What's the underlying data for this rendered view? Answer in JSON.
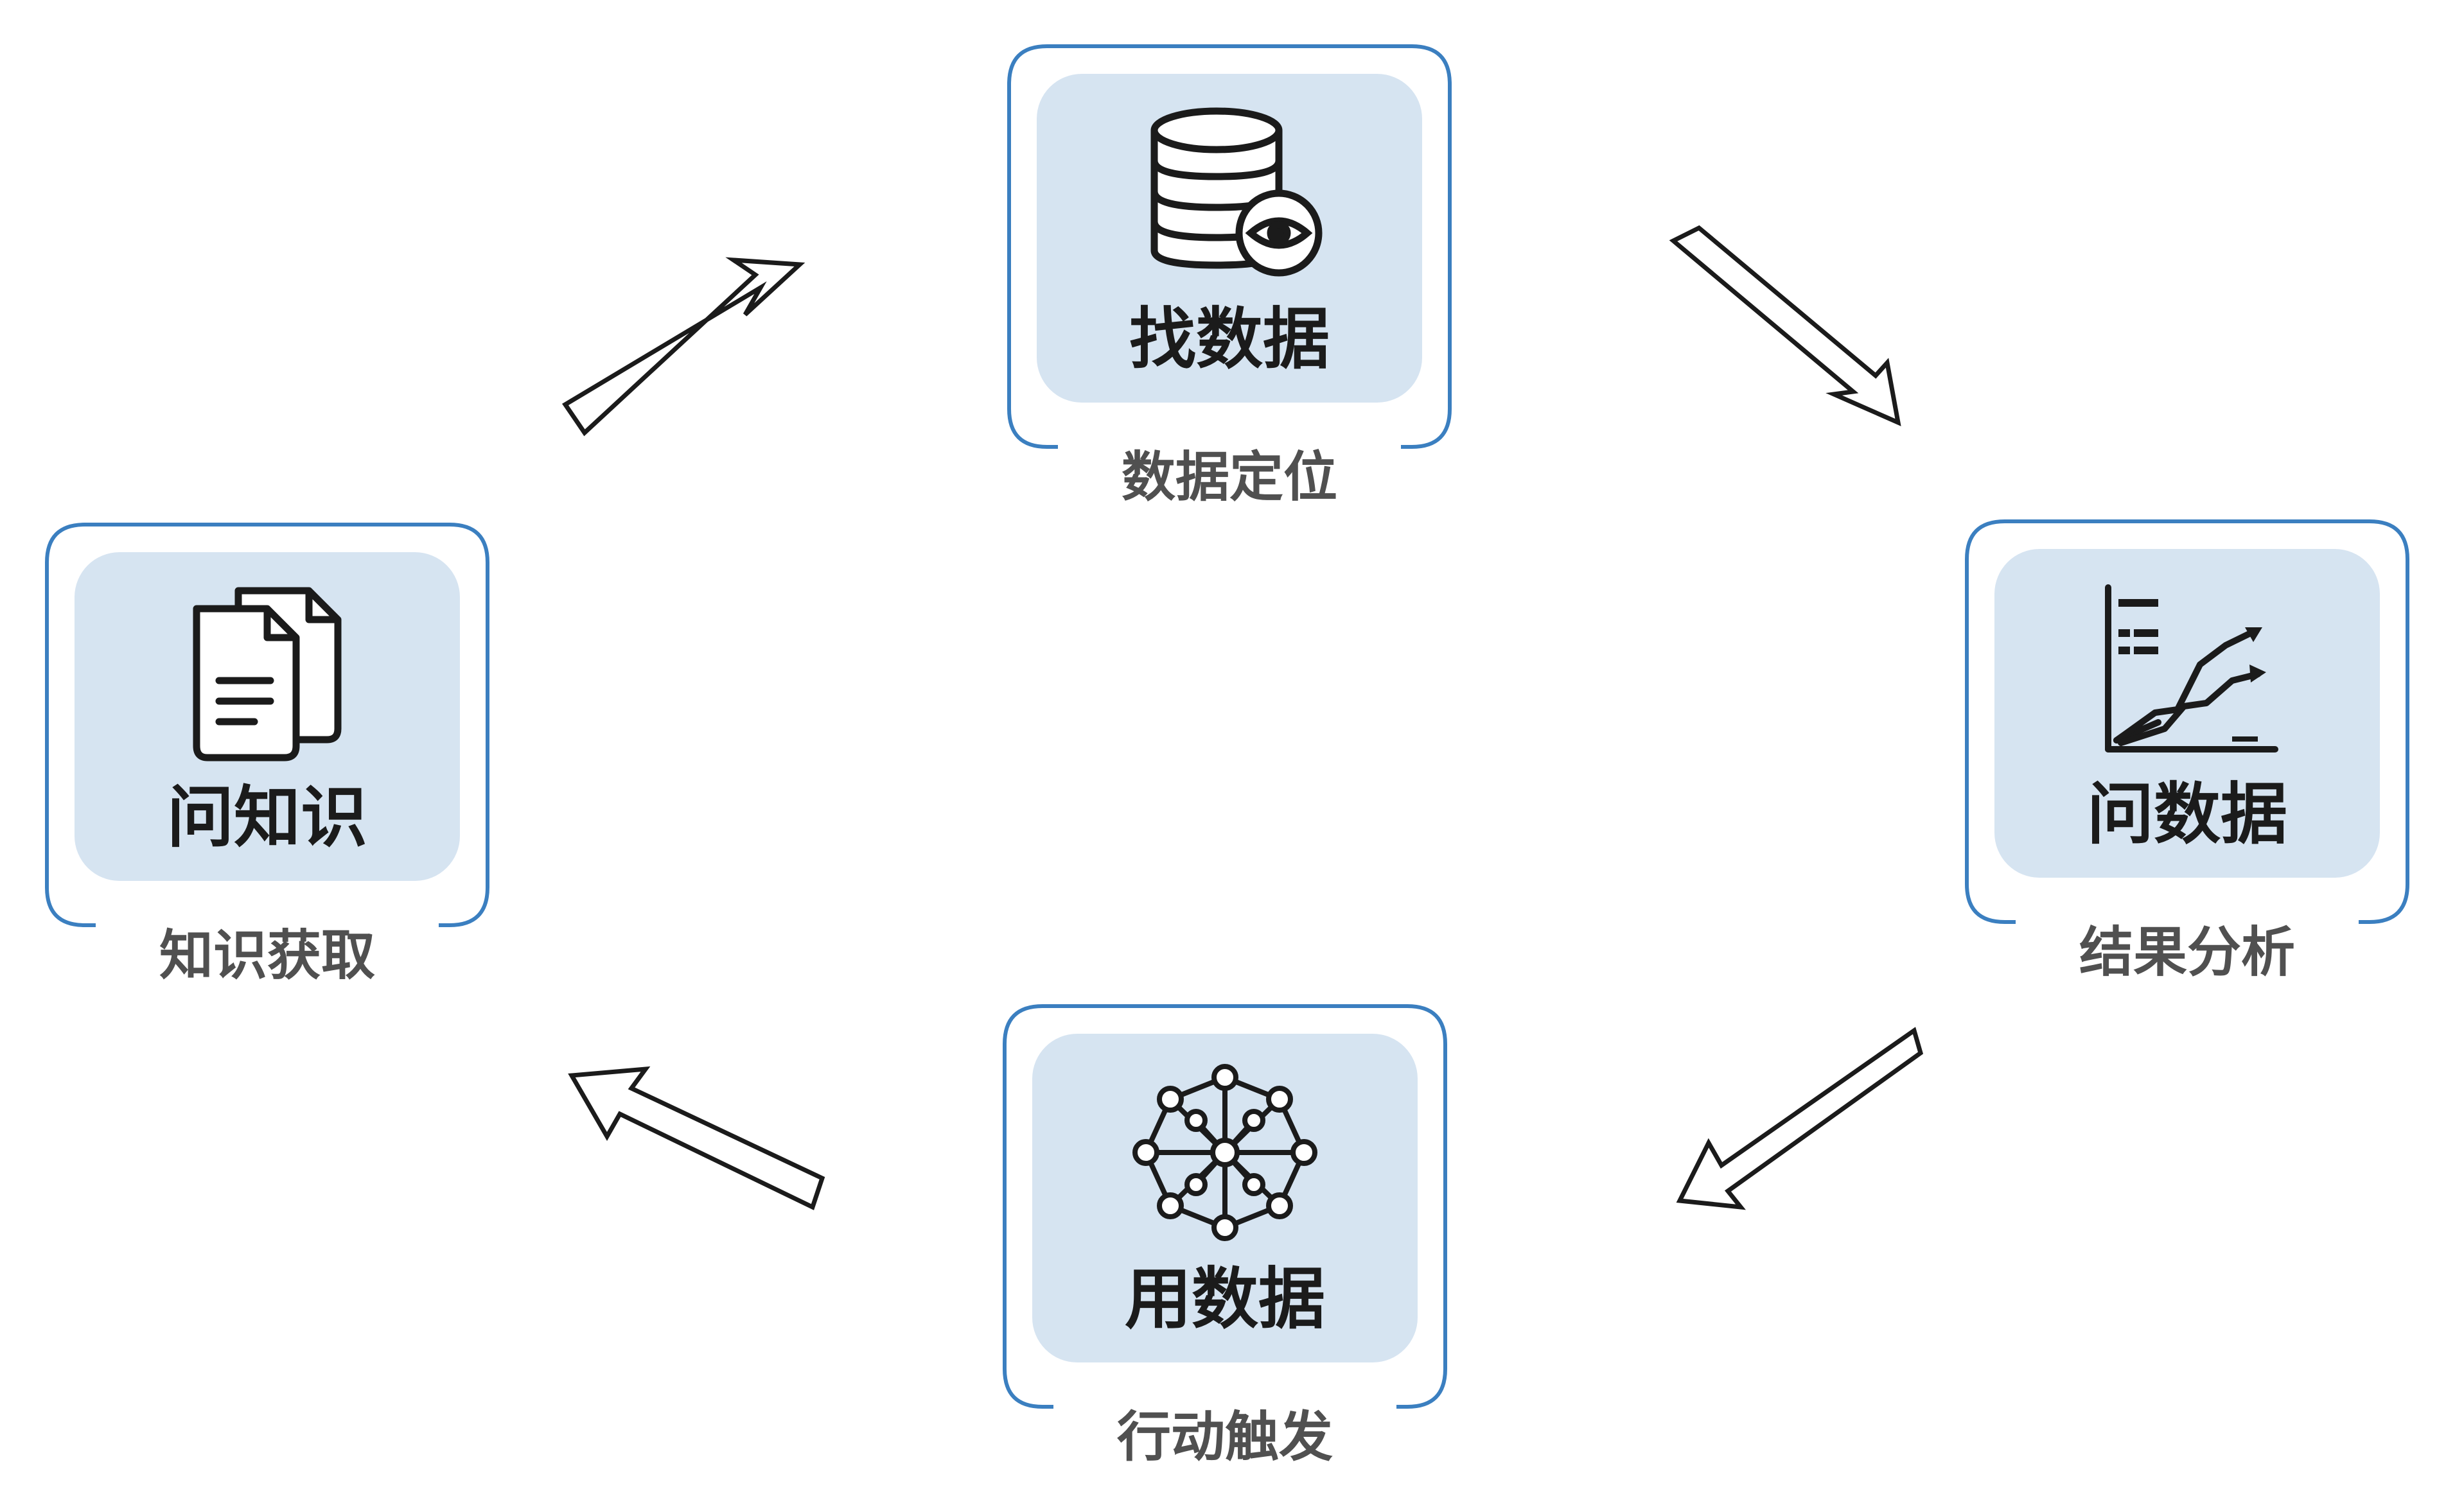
{
  "nodes": {
    "find": {
      "title": "找数据",
      "subtitle": "数据定位",
      "icon": "database-eye-icon"
    },
    "ask": {
      "title": "问数据",
      "subtitle": "结果分析",
      "icon": "line-chart-icon"
    },
    "use": {
      "title": "用数据",
      "subtitle": "行动触发",
      "icon": "network-icon"
    },
    "knowledge": {
      "title": "问知识",
      "subtitle": "知识获取",
      "icon": "documents-icon"
    }
  },
  "colors": {
    "frame_stroke": "#3b7fc0",
    "inner_fill": "#d6e4f1",
    "icon_stroke": "#1b1b1b",
    "arrow_stroke": "#1b1b1b"
  }
}
